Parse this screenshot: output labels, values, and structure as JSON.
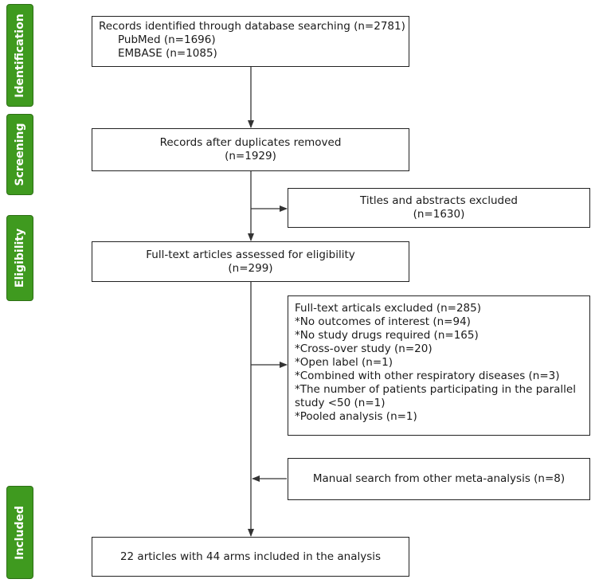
{
  "stages": {
    "identification": "Identification",
    "screening": "Screening",
    "eligibility": "Eligibility",
    "included": "Included"
  },
  "boxes": {
    "identified": {
      "title": "Records identified through database searching (n=2781)",
      "pubmed": "PubMed (n=1696)",
      "embase": "EMBASE (n=1085)"
    },
    "duplicates_removed": {
      "line1": "Records after duplicates removed",
      "line2": "(n=1929)"
    },
    "titles_excluded": {
      "line1": "Titles and abstracts excluded",
      "line2": "(n=1630)"
    },
    "fulltext_assessed": {
      "line1": "Full-text articles assessed for eligibility",
      "line2": "(n=299)"
    },
    "fulltext_excluded": {
      "lines": [
        "Full-text articals excluded  (n=285)",
        "*No outcomes of interest (n=94)",
        "*No study drugs required (n=165)",
        "*Cross-over study (n=20)",
        "*Open label (n=1)",
        "*Combined with other respiratory diseases (n=3)",
        "*The number of patients participating in the parallel",
        "study <50 (n=1)",
        "*Pooled analysis (n=1)"
      ]
    },
    "manual_search": {
      "line1": "Manual search from other meta-analysis (n=8)"
    },
    "included": {
      "line1": "22 articles with 44 arms included in the analysis"
    }
  },
  "colors": {
    "stage_fill": "#3f9a1f",
    "stage_text": "#ffffff",
    "box_border": "#222222",
    "arrow": "#333333"
  }
}
